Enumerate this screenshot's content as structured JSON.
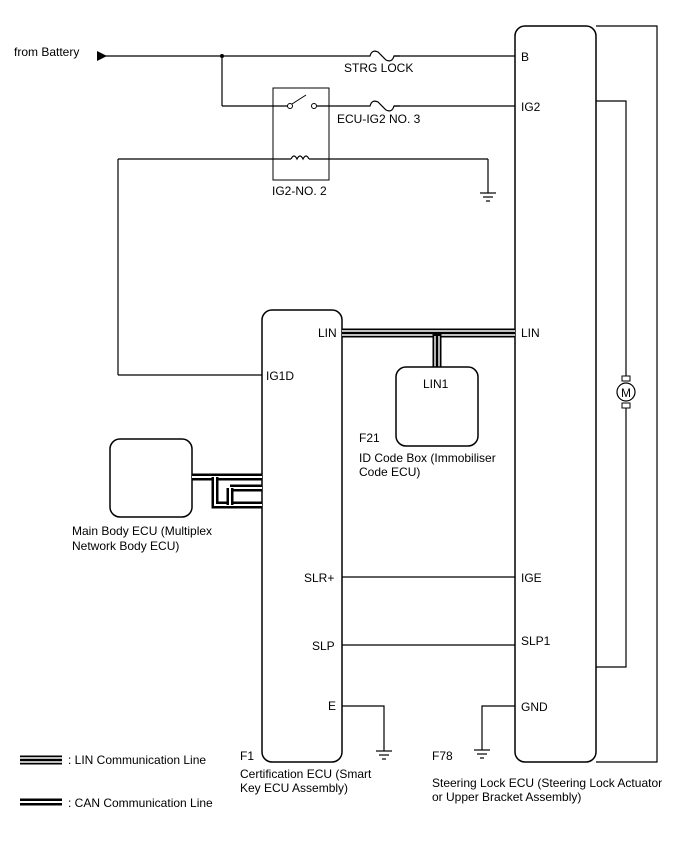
{
  "labels": {
    "from_battery": "from Battery",
    "strg_lock": "STRG LOCK",
    "ecu_ig2_no3": "ECU-IG2 NO. 3",
    "ig2_no2": "IG2-NO. 2"
  },
  "steering_lock_ecu": {
    "code": "F78",
    "name_line1": "Steering Lock ECU (Steering Lock Actuator",
    "name_line2": "or Upper Bracket Assembly)",
    "pins": {
      "b": "B",
      "ig2": "IG2",
      "lin": "LIN",
      "ige": "IGE",
      "slp1": "SLP1",
      "gnd": "GND"
    },
    "motor_symbol": "M"
  },
  "certification_ecu": {
    "code": "F1",
    "name_line1": "Certification ECU (Smart",
    "name_line2": "Key ECU Assembly)",
    "pins": {
      "lin": "LIN",
      "ig1d": "IG1D",
      "slr": "SLR+",
      "slp": "SLP",
      "e": "E"
    }
  },
  "id_code_box": {
    "code": "F21",
    "name_line1": "ID Code Box (Immobiliser",
    "name_line2": "Code ECU)",
    "pin": "LIN1"
  },
  "main_body_ecu": {
    "name_line1": "Main Body ECU (Multiplex",
    "name_line2": "Network Body ECU)"
  },
  "legend": {
    "lin": ": LIN Communication Line",
    "can": ": CAN Communication Line"
  }
}
